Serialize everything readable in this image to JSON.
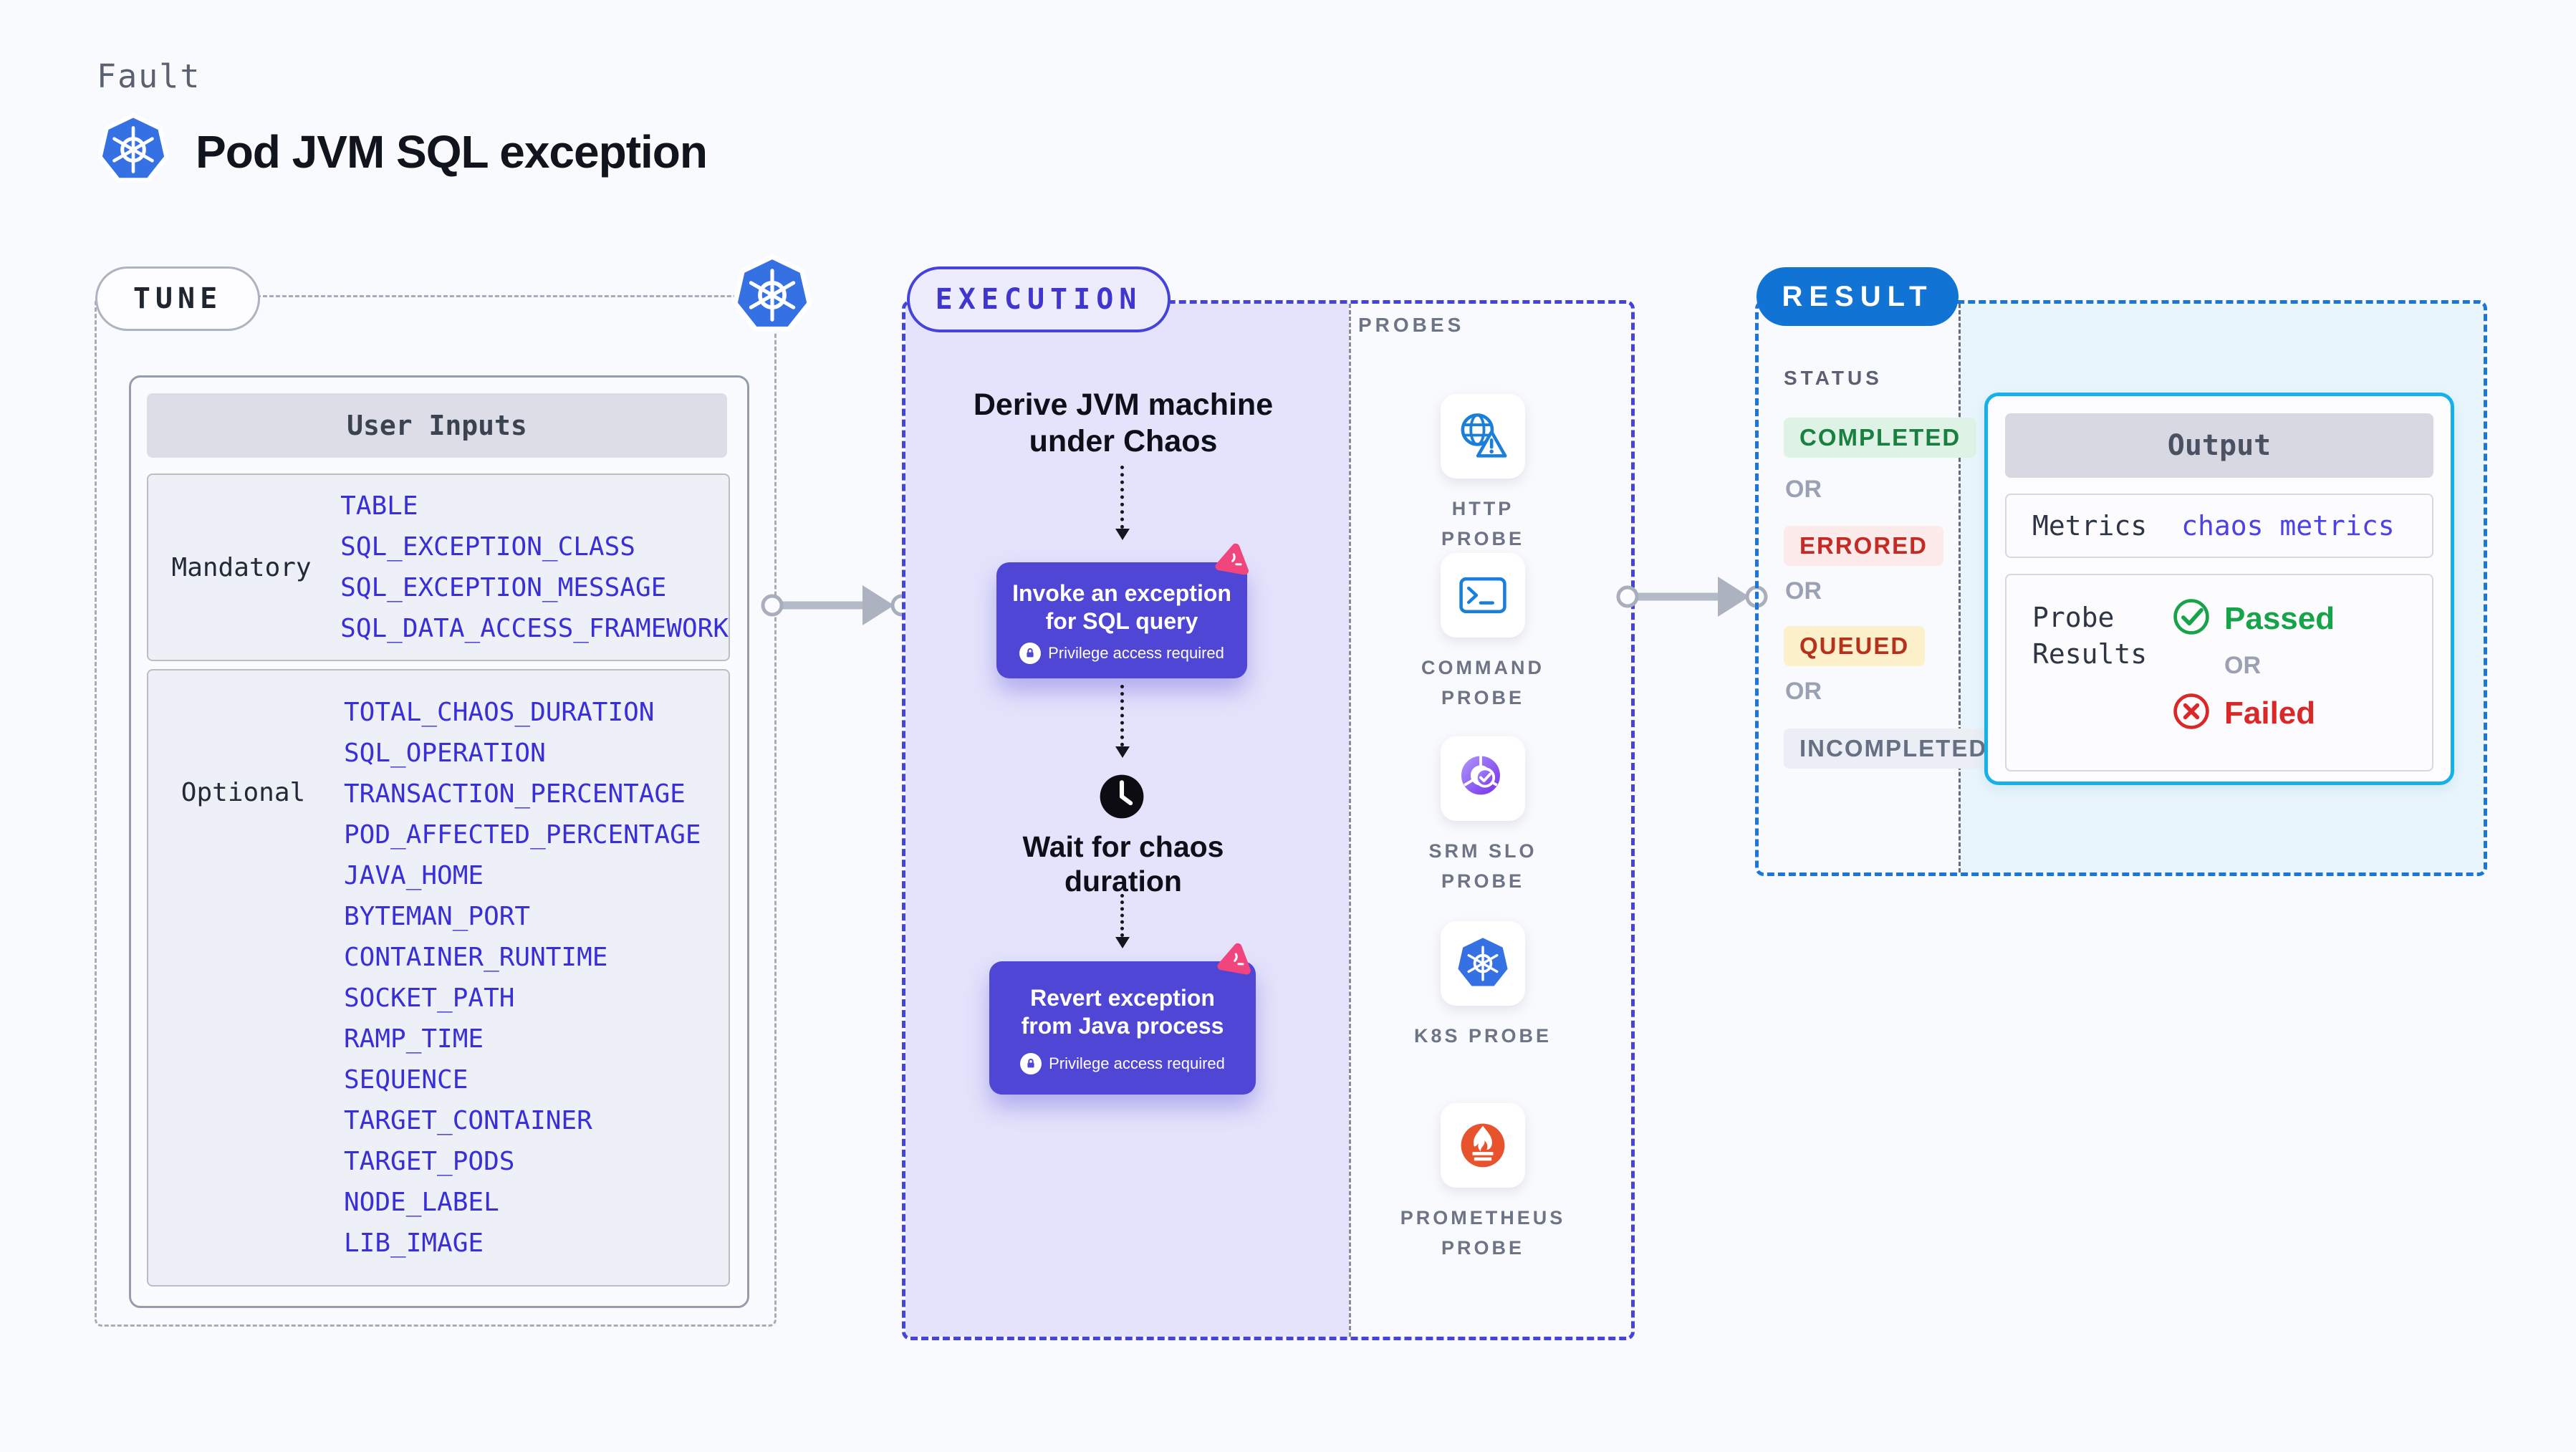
{
  "header": {
    "eyebrow": "Fault",
    "title": "Pod JVM SQL exception"
  },
  "tune": {
    "label": "TUNE",
    "card_title": "User Inputs",
    "groups": [
      {
        "label": "Mandatory",
        "items": [
          "TABLE",
          "SQL_EXCEPTION_CLASS",
          "SQL_EXCEPTION_MESSAGE",
          "SQL_DATA_ACCESS_FRAMEWORK"
        ]
      },
      {
        "label": "Optional",
        "items": [
          "TOTAL_CHAOS_DURATION",
          "SQL_OPERATION",
          "TRANSACTION_PERCENTAGE",
          "POD_AFFECTED_PERCENTAGE",
          "JAVA_HOME",
          "BYTEMAN_PORT",
          "CONTAINER_RUNTIME",
          "SOCKET_PATH",
          "RAMP_TIME",
          "SEQUENCE",
          "TARGET_CONTAINER",
          "TARGET_PODS",
          "NODE_LABEL",
          "LIB_IMAGE"
        ]
      }
    ]
  },
  "execution": {
    "label": "EXECUTION",
    "flow": {
      "derive": "Derive JVM machine under Chaos",
      "invoke": {
        "title": "Invoke an exception for SQL query",
        "badge": "Privilege access required"
      },
      "wait": "Wait for chaos duration",
      "revert": {
        "title": "Revert exception from Java process",
        "badge": "Privilege access required"
      }
    },
    "probes": {
      "label": "PROBES",
      "items": [
        {
          "label": "HTTP PROBE",
          "icon": "http-probe-icon"
        },
        {
          "label": "COMMAND PROBE",
          "icon": "command-probe-icon"
        },
        {
          "label": "SRM SLO PROBE",
          "icon": "srm-slo-probe-icon"
        },
        {
          "label": "K8S PROBE",
          "icon": "kubernetes-icon"
        },
        {
          "label": "PROMETHEUS PROBE",
          "icon": "prometheus-icon"
        }
      ]
    }
  },
  "result": {
    "label": "RESULT",
    "status": {
      "label": "STATUS",
      "separator": "OR",
      "badges": [
        {
          "text": "COMPLETED",
          "fg": "#1a8040",
          "bg": "#def3e6"
        },
        {
          "text": "ERRORED",
          "fg": "#c42b24",
          "bg": "#fcebea"
        },
        {
          "text": "QUEUED",
          "fg": "#b5321c",
          "bg": "#fcf1ca"
        },
        {
          "text": "INCOMPLETED",
          "fg": "#667082",
          "bg": "#eceef5"
        }
      ]
    },
    "output": {
      "title": "Output",
      "metrics_label": "Metrics",
      "metrics_value": "chaos metrics",
      "probe_results_label": "Probe Results",
      "passed": "Passed",
      "or": "OR",
      "failed": "Failed"
    }
  },
  "icons": {
    "kubernetes-icon": "blue heptagon with white helm wheel",
    "litmus-chaos-icon": "pink rounded triangle pinwheel",
    "clock-icon": "black clock face",
    "lock-icon": "white circle with indigo padlock",
    "http-probe-icon": "blue globe with warning triangle",
    "command-probe-icon": "blue terminal window",
    "srm-slo-probe-icon": "purple donut gauge with check",
    "prometheus-icon": "orange circle with white torch flame",
    "passed-check-icon": "green circled check",
    "failed-x-icon": "red circled x"
  },
  "colors": {
    "page_bg": "#f9fafd",
    "indigo_accent": "#4543da",
    "execution_panel": "#e4e3fb",
    "step_button": "#4f46d6",
    "input_value_blue": "#392fd9",
    "result_blue": "#1173d3",
    "result_panel": "#e8f5fc",
    "output_border": "#17b1e9",
    "passed_green": "#17a34a",
    "failed_red": "#da2727",
    "litmus_pink": "#f1457e",
    "prometheus_orange": "#e8522c",
    "kubernetes_blue": "#3571e3"
  }
}
